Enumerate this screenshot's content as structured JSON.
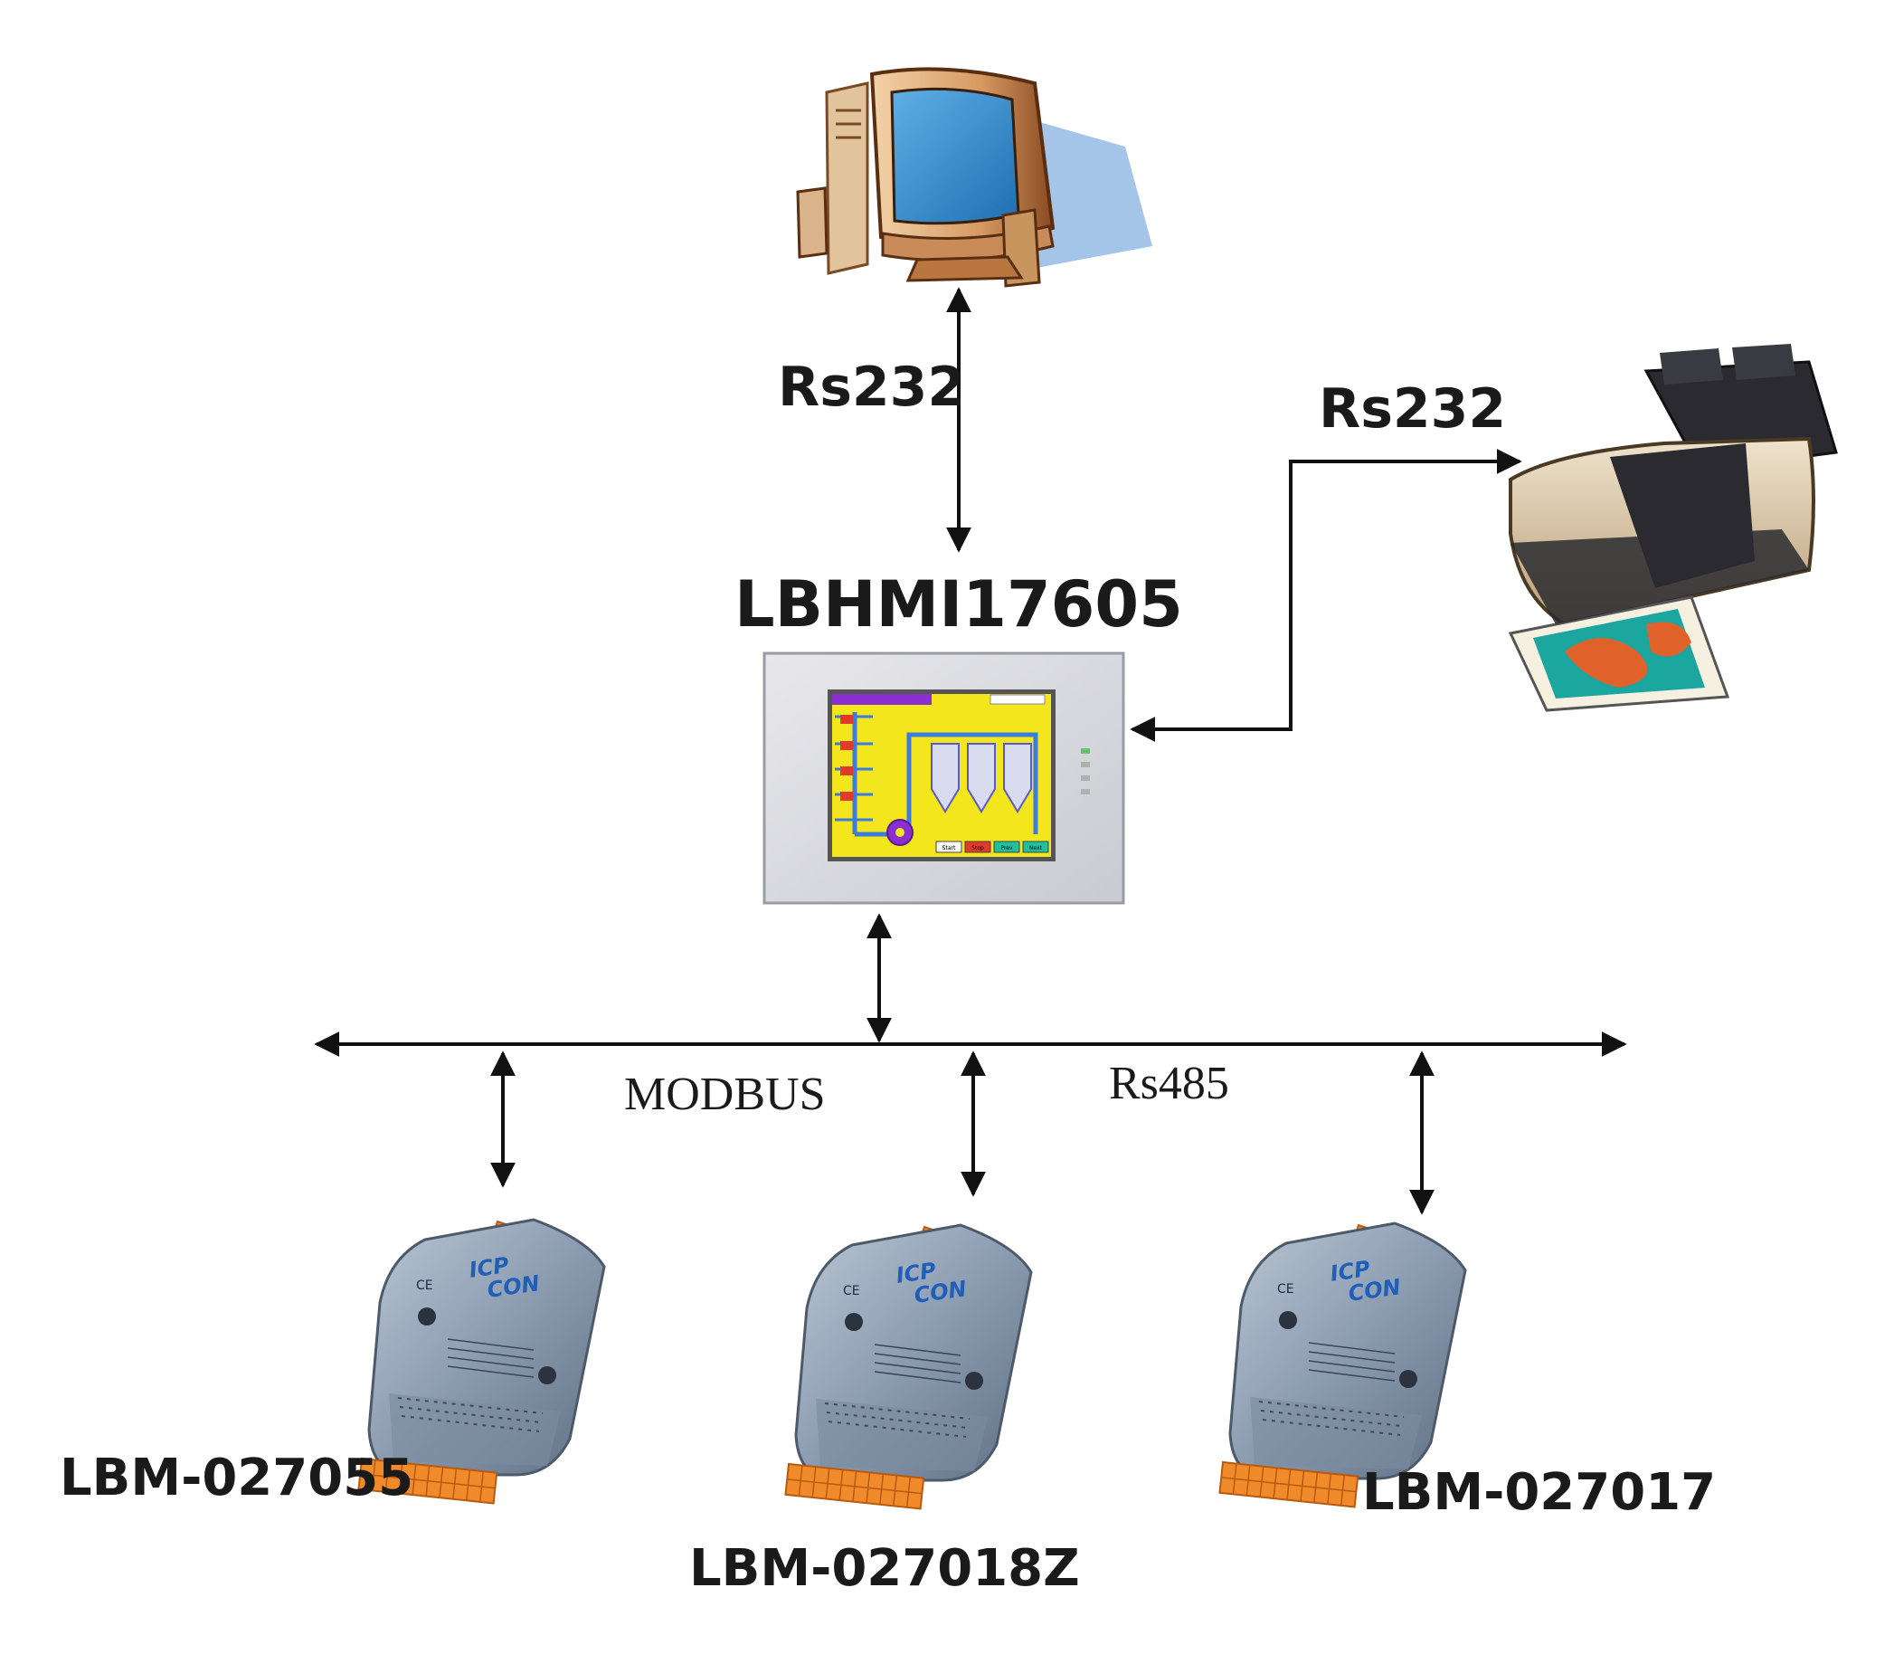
{
  "diagram": {
    "pc_link_label": "Rs232",
    "printer_link_label": "Rs232",
    "hmi_label": "LBHMI17605",
    "bus_protocol_label": "MODBUS",
    "bus_type_label": "Rs485",
    "modules": [
      {
        "label": "LBM-027055"
      },
      {
        "label": "LBM-027018Z"
      },
      {
        "label": "LBM-027017"
      }
    ],
    "module_logo": {
      "line1": "ICP",
      "line2": "CON"
    },
    "hmi_screen_buttons": [
      "Start",
      "Stop",
      "Prev",
      "Next"
    ]
  },
  "colors": {
    "hmi_screen_yellow": "#f3e61c",
    "hmi_screen_purple": "#8a2fd0",
    "module_body": "#8f9fb2",
    "module_terminal": "#f08a2a",
    "monitor_beige": "#dcae7c",
    "monitor_screen": "#2f86c8",
    "printer_beige": "#dcc8a6",
    "printer_dark": "#2a2a30"
  }
}
